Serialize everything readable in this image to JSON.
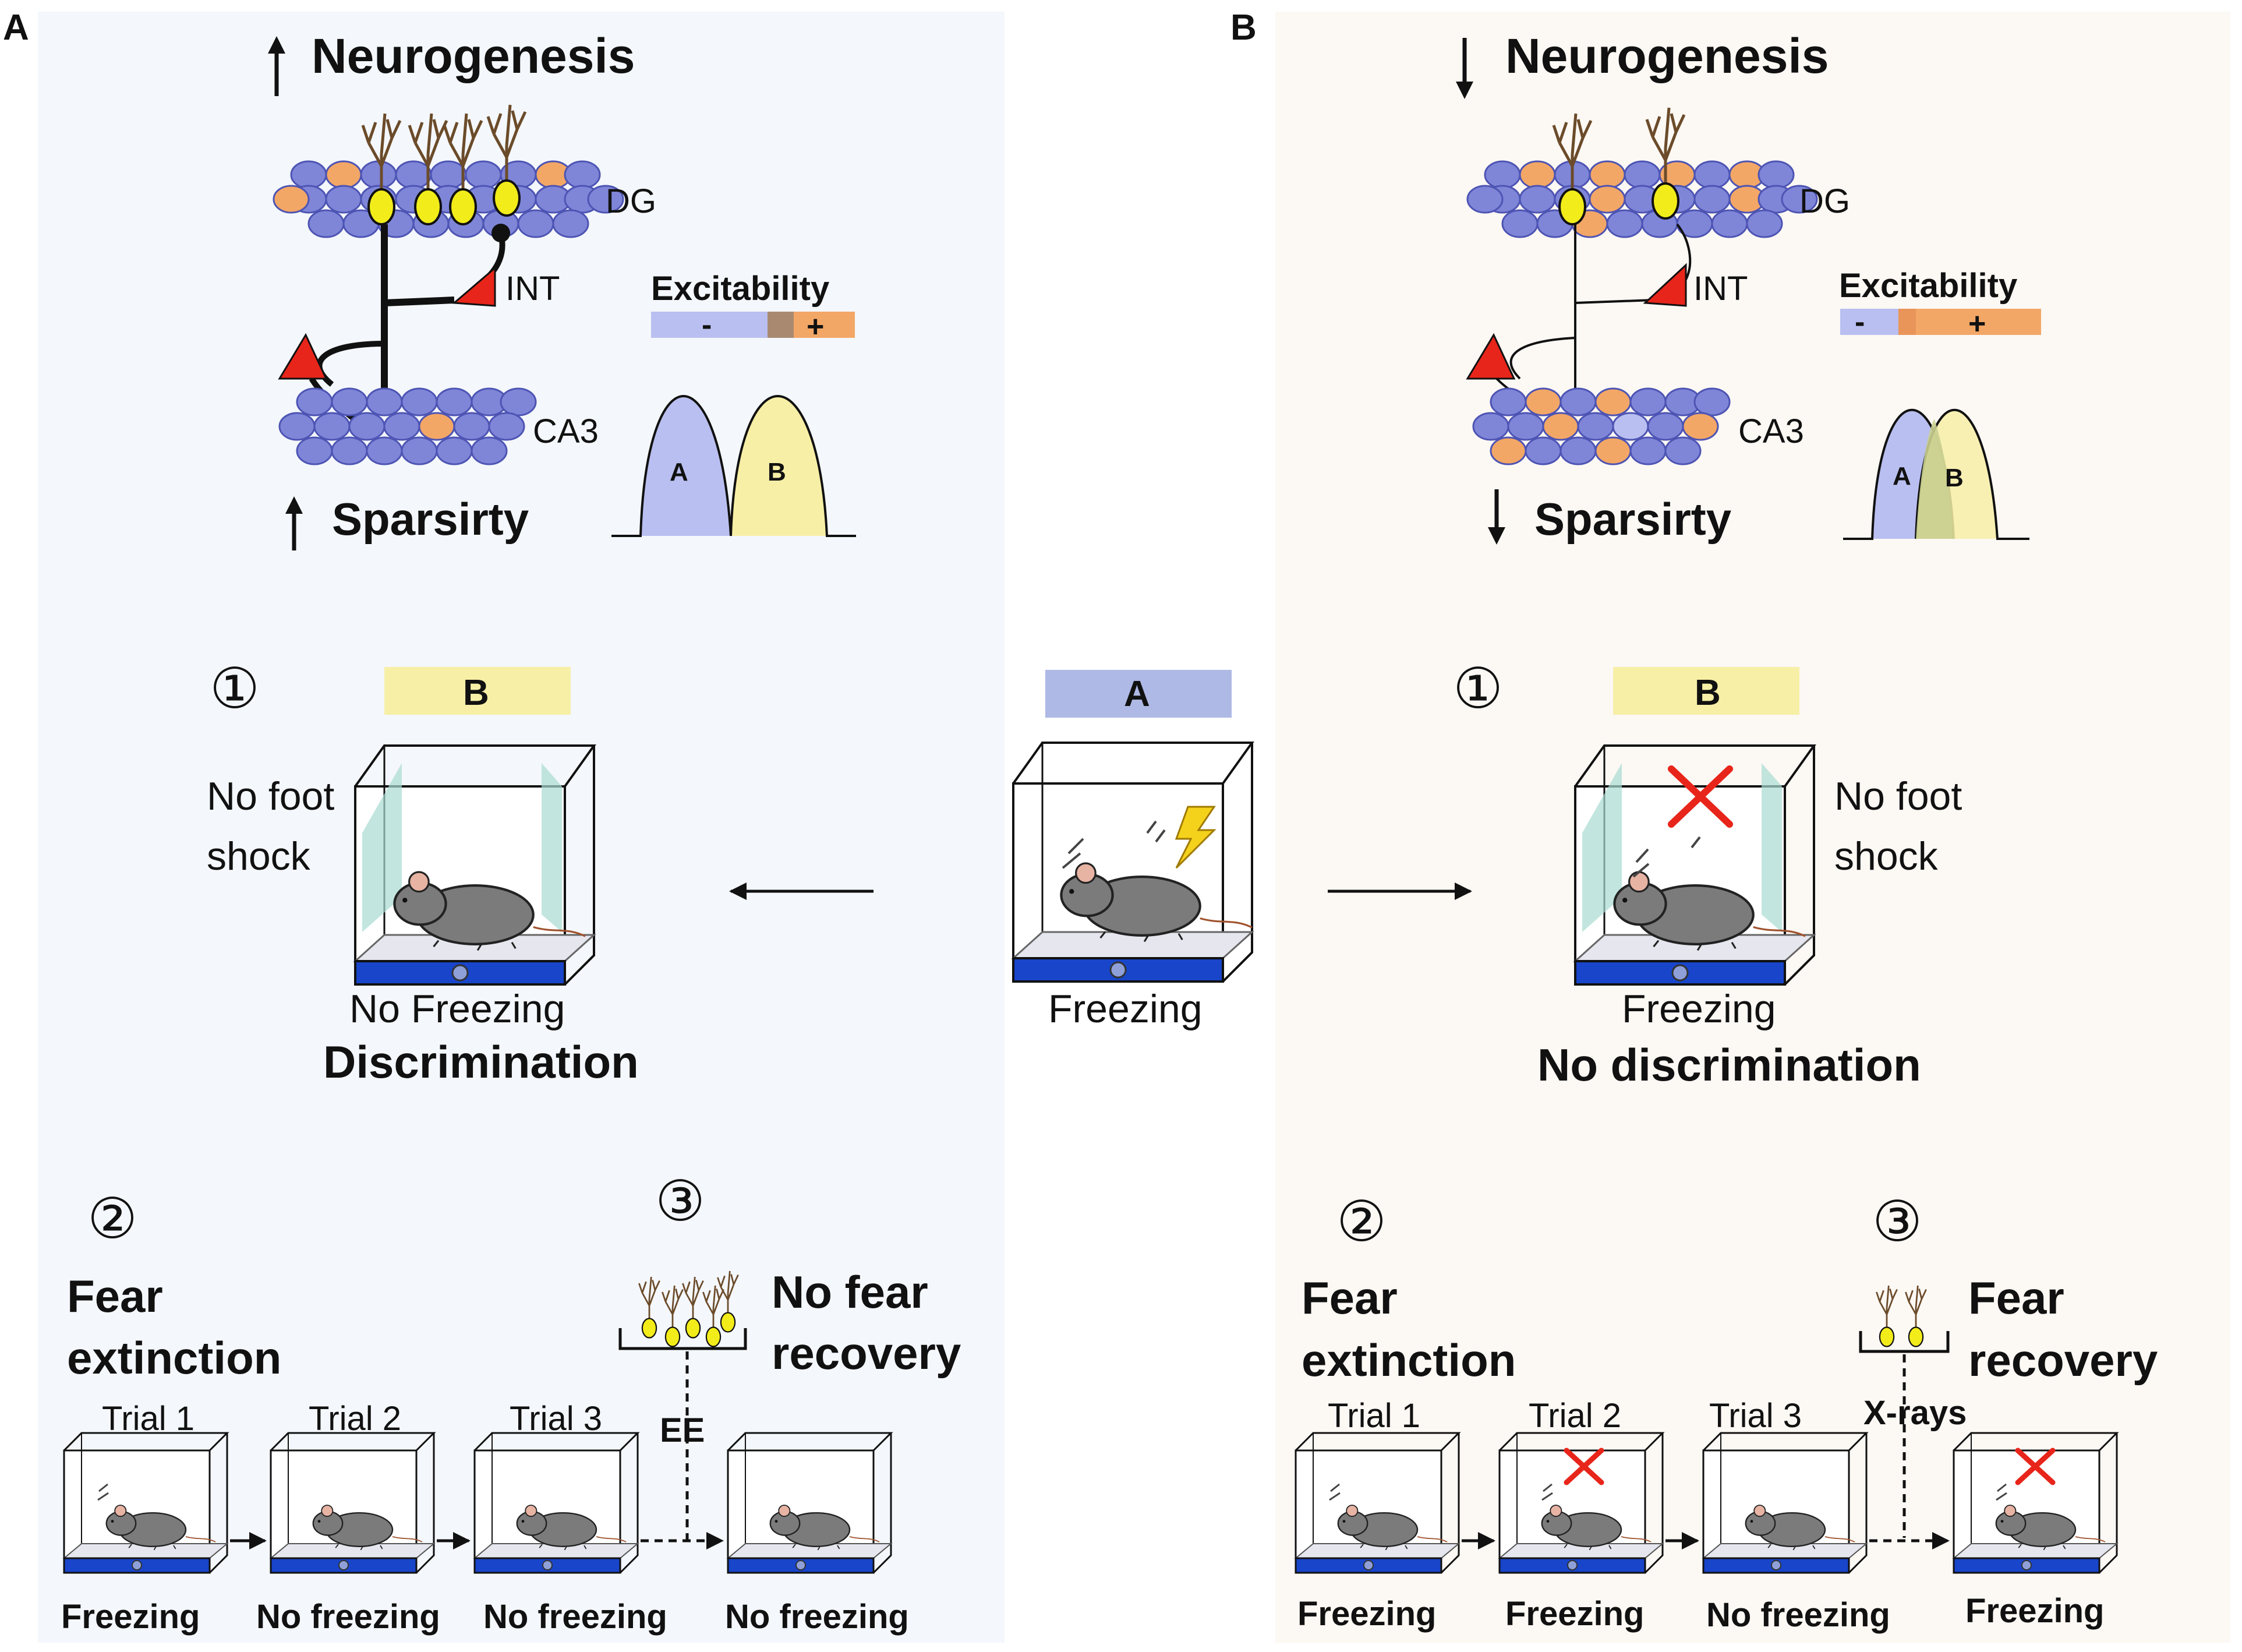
{
  "panels": {
    "a": {
      "letter": "A",
      "neurogenesis": "Neurogenesis",
      "dg": "DG",
      "int": "INT",
      "ca3": "CA3",
      "sparsity": "Sparsirty",
      "excitability": "Excitability",
      "minus": "-",
      "plus": "+",
      "curve_a": "A",
      "curve_b": "B",
      "step1": "①",
      "context": "B",
      "no_foot": "No foot",
      "shock": "shock",
      "result": "No Freezing",
      "outcome": "Discrimination",
      "step2": "②",
      "fear": "Fear",
      "extinction": "extinction",
      "step3": "③",
      "recovery_line1": "No fear",
      "recovery_line2": "recovery",
      "treatment": "EE",
      "trials": [
        "Trial 1",
        "Trial 2",
        "Trial 3"
      ],
      "bottom_labels": [
        "Freezing",
        "No freezing",
        "No freezing",
        "No freezing"
      ]
    },
    "b": {
      "letter": "B",
      "neurogenesis": "Neurogenesis",
      "dg": "DG",
      "int": "INT",
      "ca3": "CA3",
      "sparsity": "Sparsirty",
      "excitability": "Excitability",
      "minus": "-",
      "plus": "+",
      "curve_a": "A",
      "curve_b": "B",
      "step1": "①",
      "context": "B",
      "no_foot": "No foot",
      "shock": "shock",
      "result": "Freezing",
      "outcome": "No discrimination",
      "step2": "②",
      "fear": "Fear",
      "extinction": "extinction",
      "step3": "③",
      "recovery_line1": "Fear",
      "recovery_line2": "recovery",
      "treatment": "X-rays",
      "trials": [
        "Trial 1",
        "Trial 2",
        "Trial 3"
      ],
      "bottom_labels": [
        "Freezing",
        "Freezing",
        "No freezing",
        "Freezing"
      ]
    },
    "center": {
      "context": "A",
      "result": "Freezing"
    }
  },
  "colors": {
    "panel_a_bg": "#f4f7fb",
    "panel_b_bg": "#fcf8f4",
    "cell_blue": "#7f86d8",
    "cell_orange": "#f3a766",
    "neuron_yellow": "#f2ec1a",
    "interneuron_red": "#e8251a",
    "context_a": "#aeb9e6",
    "context_b": "#f7efa6",
    "floor_blue": "#1845c9",
    "glass": "#a8dcd1",
    "mouse_gray": "#7b7b7b",
    "cross_red": "#e8251a"
  }
}
